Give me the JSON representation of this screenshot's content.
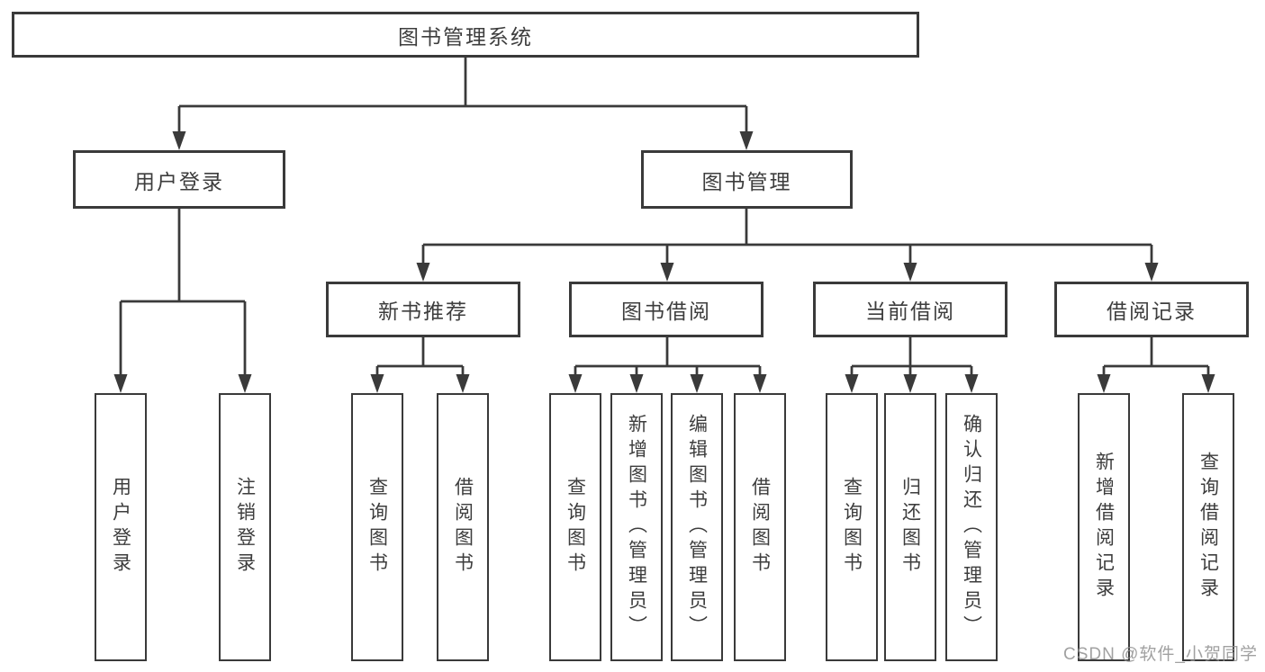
{
  "diagram": {
    "root": {
      "label": "图书管理系统"
    },
    "branches": [
      {
        "label": "用户登录",
        "children": [
          {
            "label": "用户登录"
          },
          {
            "label": "注销登录"
          }
        ]
      },
      {
        "label": "图书管理",
        "children": [
          {
            "label": "新书推荐",
            "children": [
              {
                "label": "查询图书"
              },
              {
                "label": "借阅图书"
              }
            ]
          },
          {
            "label": "图书借阅",
            "children": [
              {
                "label": "查询图书"
              },
              {
                "label": "新增图书（管理员）"
              },
              {
                "label": "编辑图书（管理员）"
              },
              {
                "label": "借阅图书"
              }
            ]
          },
          {
            "label": "当前借阅",
            "children": [
              {
                "label": "查询图书"
              },
              {
                "label": "归还图书"
              },
              {
                "label": "确认归还（管理员）"
              }
            ]
          },
          {
            "label": "借阅记录",
            "children": [
              {
                "label": "新增借阅记录"
              },
              {
                "label": "查询借阅记录"
              }
            ]
          }
        ]
      }
    ]
  },
  "watermark": "CSDN @软件_小贺同学",
  "colors": {
    "line": "#3a3a3a",
    "text": "#3d3d3d",
    "watermark": "#919191"
  }
}
